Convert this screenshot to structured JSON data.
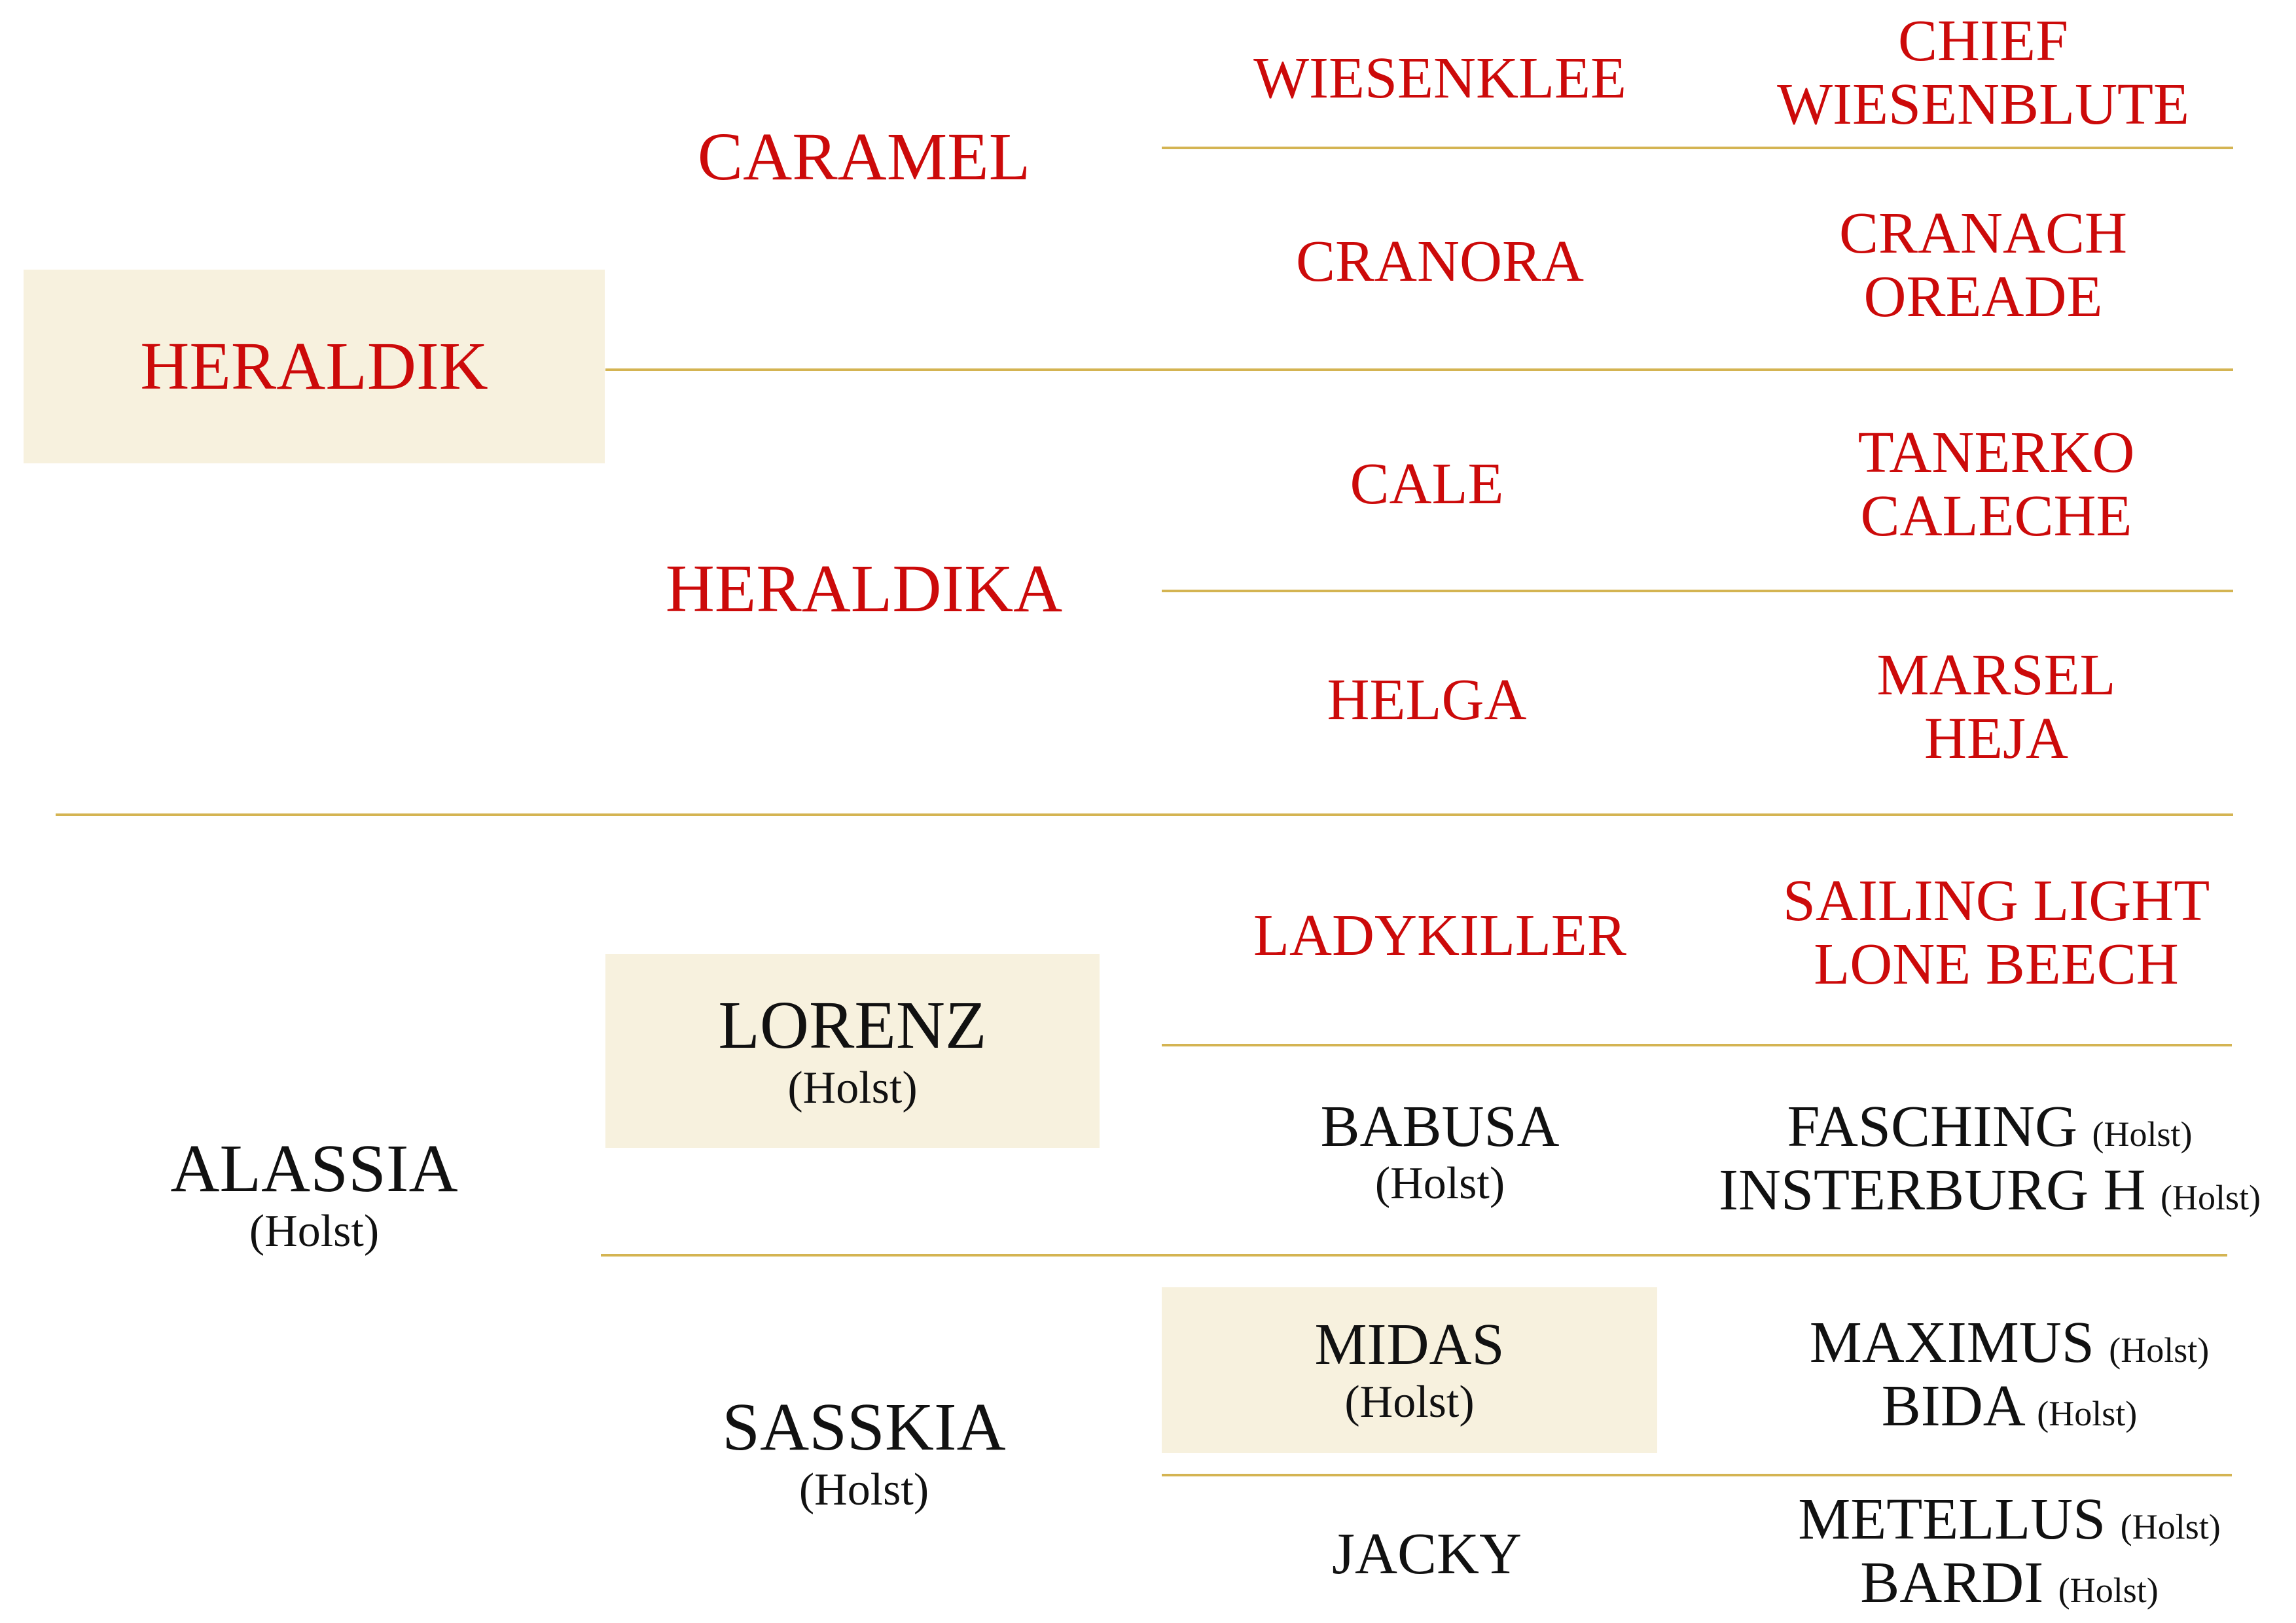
{
  "colors": {
    "sire_line": "#cc0a0a",
    "dam_line": "#111111",
    "highlight": "#f7f1de",
    "rule": "#d4b452"
  },
  "pedigree": {
    "sire": {
      "name": "HERALDIK",
      "sire": {
        "name": "CARAMEL",
        "sire": {
          "name": "WIESENKLEE",
          "parents": [
            "CHIEF",
            "WIESENBLUTE"
          ]
        },
        "dam": {
          "name": "CRANORA",
          "parents": [
            "CRANACH",
            "OREADE"
          ]
        }
      },
      "dam": {
        "name": "HERALDIKA",
        "sire": {
          "name": "CALE",
          "parents": [
            "TANERKO",
            "CALECHE"
          ]
        },
        "dam": {
          "name": "HELGA",
          "parents": [
            "MARSEL",
            "HEJA"
          ]
        }
      }
    },
    "dam": {
      "name": "ALASSIA",
      "breed": "(Holst)",
      "sire": {
        "name": "LORENZ",
        "breed": "(Holst)",
        "sire": {
          "name": "LADYKILLER",
          "parents": [
            "SAILING LIGHT",
            "LONE BEECH"
          ]
        },
        "dam": {
          "name": "BABUSA",
          "breed": "(Holst)",
          "parents": [
            {
              "name": "FASCHING",
              "breed": "(Holst)"
            },
            {
              "name": "INSTERBURG H",
              "breed": "(Holst)"
            }
          ]
        }
      },
      "dam": {
        "name": "SASSKIA",
        "breed": "(Holst)",
        "sire": {
          "name": "MIDAS",
          "breed": "(Holst)",
          "parents": [
            {
              "name": "MAXIMUS",
              "breed": "(Holst)"
            },
            {
              "name": "BIDA",
              "breed": "(Holst)"
            }
          ]
        },
        "dam": {
          "name": "JACKY",
          "parents": [
            {
              "name": "METELLUS",
              "breed": "(Holst)"
            },
            {
              "name": "BARDI",
              "breed": "(Holst)"
            }
          ]
        }
      }
    }
  }
}
